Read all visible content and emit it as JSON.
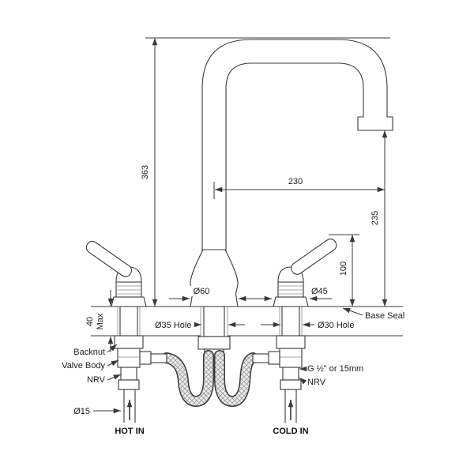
{
  "meta": {
    "background": "#ffffff",
    "line_color": "#3a3a3a",
    "text_color": "#1d1d1d"
  },
  "dims": {
    "spout_height": "363",
    "reach": "230",
    "outlet_height": "235",
    "handle_height": "100",
    "deck_max_value": "40",
    "deck_max_unit": "Max",
    "base_dia": "Ø60",
    "handle_base_dia": "Ø45",
    "center_hole": "Ø35 Hole",
    "side_hole": "Ø30 Hole",
    "supply_dia": "Ø15"
  },
  "labels": {
    "base_seal": "Base Seal",
    "backnut": "Backnut",
    "valve_body": "Valve Body",
    "nrv_left": "NRV",
    "nrv_right": "NRV",
    "thread": "G ½\" or 15mm",
    "hot_in": "HOT IN",
    "cold_in": "COLD IN"
  }
}
